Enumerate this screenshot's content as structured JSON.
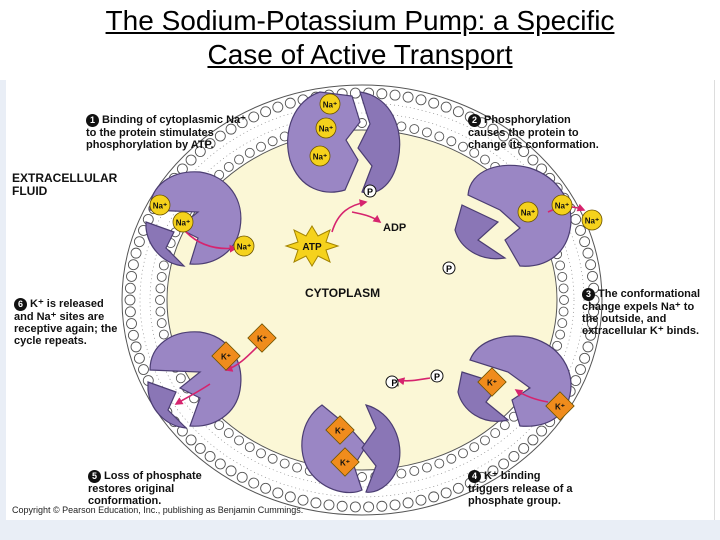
{
  "slide": {
    "title_line1": "The Sodium-Potassium Pump: a Specific",
    "title_line2": "Case of Active Transport"
  },
  "figure": {
    "region_extracellular": "EXTRACELLULAR\nFLUID",
    "region_cytoplasm": "CYTOPLASM",
    "steps": [
      {
        "number": "1",
        "text": "Binding of cytoplasmic Na⁺\nto the protein stimulates\nphosphorylation by ATP."
      },
      {
        "number": "2",
        "text": "Phosphorylation\ncauses the protein to\nchange its conformation."
      },
      {
        "number": "3",
        "text": "The conformational\nchange expels Na⁺ to\nthe outside, and\nextracellular K⁺ binds."
      },
      {
        "number": "4",
        "text": "K⁺ binding\ntriggers release of a\nphosphate group."
      },
      {
        "number": "5",
        "text": "Loss of phosphate\nrestores original\nconformation."
      },
      {
        "number": "6",
        "text": "K⁺ is released\nand Na⁺ sites are\nreceptive again; the\ncycle repeats."
      }
    ],
    "ion_na": "Na⁺",
    "ion_k": "K⁺",
    "atp_label": "ATP",
    "adp_label": "ADP",
    "phosphate_label": "P",
    "phosphate_inorganic_label": "Pᵢ",
    "copyright": "Copyright © Pearson Education, Inc., publishing as Benjamin Cummings.",
    "colors": {
      "membrane_head": "#ffffff",
      "membrane_outline": "#555555",
      "protein": "#9a86c4",
      "protein_dark": "#6d5a9c",
      "cytoplasm": "#fbf7d6",
      "na_ion": "#f5d21c",
      "k_ion": "#f08c1c",
      "arrow": "#d6246e",
      "atp": "#f5d21c"
    }
  }
}
